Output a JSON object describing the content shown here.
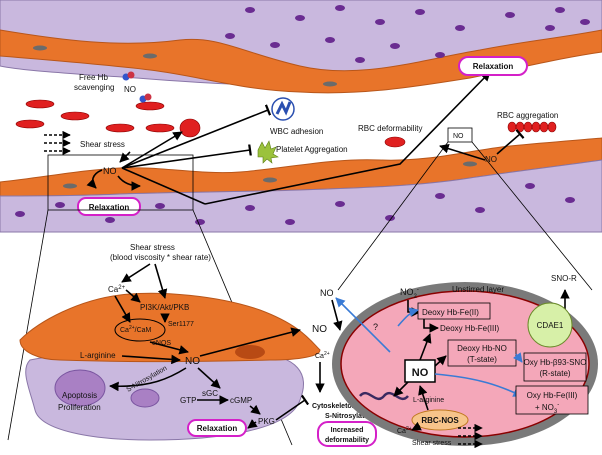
{
  "top": {
    "free_hb_scavenging_1": "Free Hb",
    "free_hb_scavenging_2": "scavenging",
    "no_label_free": "NO",
    "shear_stress": "Shear stress",
    "no_center": "NO",
    "relaxation_left": "Relaxation",
    "wbc_adhesion": "WBC adhesion",
    "platelet_aggregation": "Platelet Aggregation",
    "relaxation_top": "Relaxation",
    "rbc_deformability": "RBC deformability",
    "rbc_aggregation": "RBC aggregation",
    "no_right": "NO",
    "no_small_cell": "NO"
  },
  "cell": {
    "shear_stress_1": "Shear stress",
    "shear_stress_2": "(blood viscosity * shear rate)",
    "ca": "Ca",
    "ca_sup": "2+",
    "pi3k": "PI3K/Akt/PKB",
    "ca_cam_1": "Ca",
    "ca_cam_sup": "2+",
    "ca_cam_2": "/CaM",
    "ser": "Ser1177",
    "enos": "eNOS",
    "larginine": "L-arginine",
    "no": "NO",
    "snitro": "S-Nitrosylation",
    "apoptosis": "Apoptosis",
    "proliferation": "Proliferation",
    "gtp": "GTP",
    "sgc": "sGC",
    "cgmp": "cGMP",
    "pkg": "PKG",
    "relaxation": "Relaxation",
    "ca_small": "Ca",
    "ca_small_sup": "2+"
  },
  "middle": {
    "no_top": "NO",
    "no_mid": "NO",
    "cytoskeleton_1": "Cytoskeleton proteins",
    "cytoskeleton_2": "S-Nitrosylation",
    "increased_1": "Increased",
    "increased_2": "deformability"
  },
  "rbc": {
    "no2": "NO",
    "no2_sub": "2",
    "no2_sup": "-",
    "unstirred": "Unstirred layer",
    "sno_r": "SNO-R",
    "deoxy_fe2": "Deoxy Hb-Fe(II)",
    "deoxy_fe3": "Deoxy Hb-Fe(III)",
    "cdae1": "CDAE1",
    "question": "?",
    "no_big": "NO",
    "deoxy_no_1": "Deoxy Hb-NO",
    "deoxy_no_2": "(T-state)",
    "oxy_sno_1": "Oxy Hb-β93-SNO",
    "oxy_sno_2": "(R-state)",
    "larginine": "L-arginine",
    "rbc_nos": "RBC-NOS",
    "oxy_fe3_1": "Oxy Hb-Fe(III)",
    "oxy_fe3_2": "+ NO",
    "oxy_fe3_sub": "3",
    "oxy_fe3_sup": "-",
    "ca": "Ca",
    "ca_sup": "2+",
    "shear_stress": "Shear stress"
  },
  "colors": {
    "endothelium": "#e8742a",
    "rbc_cell": "#c9b8de",
    "rbc_red": "#e02020",
    "magenta": "#d420c8",
    "rbc_interior": "#f4a7b9",
    "rbc_rim": "#7a7a7a"
  }
}
